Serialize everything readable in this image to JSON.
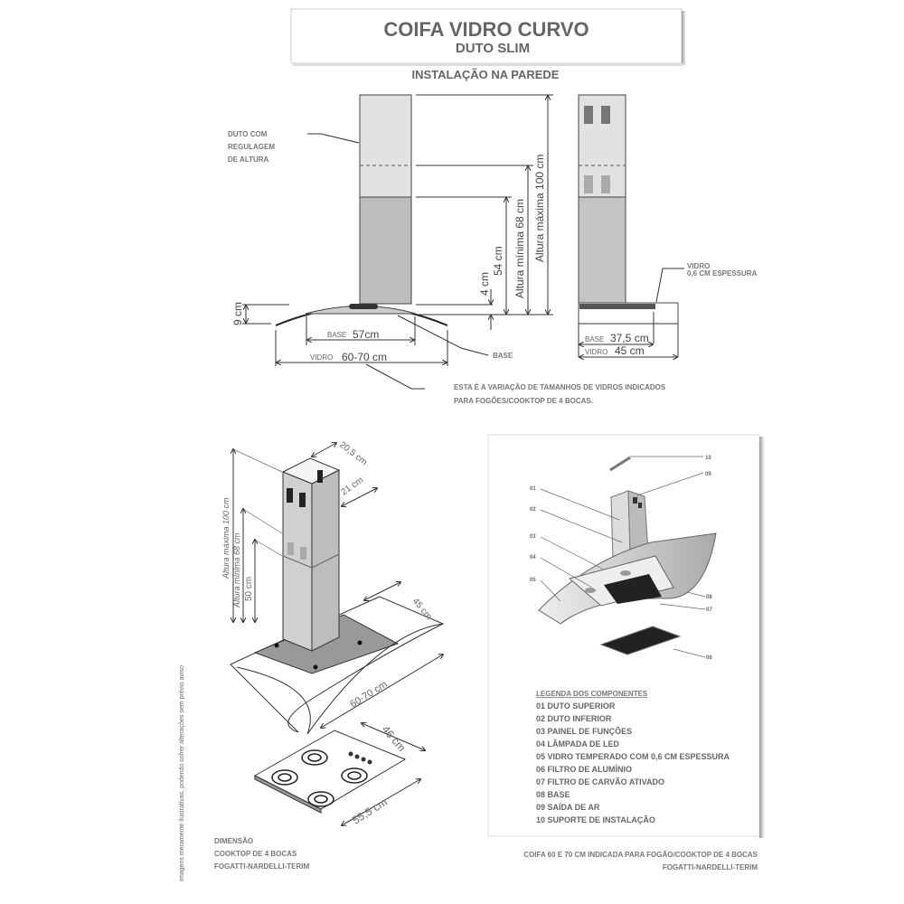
{
  "header": {
    "title": "COIFA VIDRO CURVO",
    "subtitle": "DUTO SLIM",
    "section": "INSTALAÇÃO NA PAREDE"
  },
  "front_view": {
    "duct_label": [
      "DUTO COM",
      "REGULAGEM",
      "DE ALTURA"
    ],
    "max_height": "Altura máxima 100 cm",
    "min_height": "Altura mínima 68 cm",
    "h54": "54 cm",
    "h4": "4 cm",
    "h9": "9 cm",
    "base_word": "BASE",
    "base_value": "57cm",
    "glass_word": "VIDRO",
    "glass_value": "60-70 cm",
    "base_callout": "BASE",
    "note": [
      "ESTA É A VARIAÇÃO DE TAMANHOS DE VIDROS INDICADOS",
      "PARA FOGÕES/COOKTOP DE 4 BOCAS."
    ]
  },
  "side_view": {
    "glass_label": [
      "VIDRO",
      "0,6 CM ESPESSURA"
    ],
    "base_word": "BASE",
    "base_value": "37,5 cm",
    "glass_word": "VIDRO",
    "glass_value": "45 cm"
  },
  "iso_view": {
    "w1": "20,5 cm",
    "w2": "21 cm",
    "max_height": "Altura máxima 100 cm",
    "min_height": "Altura mínima 68 cm",
    "h50": "50 cm",
    "depth": "45 cm",
    "glass": "60-70 cm",
    "cooktop_depth": "46 cm",
    "cooktop_width": "55,5 cm",
    "caption": [
      "DIMENSÃO",
      "COOKTOP DE 4 BOCAS",
      "FOGATTI-NARDELLI-TERIM"
    ],
    "disclaimer": "Imagens meramente ilustrativas, podendo sofrer alterações sem prévio aviso"
  },
  "exploded_view": {
    "callouts": [
      "01",
      "02",
      "03",
      "04",
      "05",
      "06",
      "07",
      "08",
      "09",
      "10"
    ],
    "legend_title": "LEGENDA DOS COMPONENTES",
    "legend": [
      "01 DUTO SUPERIOR",
      "02 DUTO INFERIOR",
      "03 PAINEL DE FUNÇÕES",
      "04 LÂMPADA DE LED",
      "05 VIDRO TEMPERADO COM 0,6 CM ESPESSURA",
      "06 FILTRO DE ALUMÍNIO",
      "07 FILTRO DE CARVÃO ATIVADO",
      "08 BASE",
      "09 SAÍDA DE AR",
      "10 SUPORTE DE  INSTALAÇÃO"
    ],
    "caption": [
      "COIFA 60 E 70 CM INDICADA PARA FOGÃO/COOKTOP DE 4 BOCAS",
      "FOGATTI-NARDELLI-TERIM"
    ]
  }
}
